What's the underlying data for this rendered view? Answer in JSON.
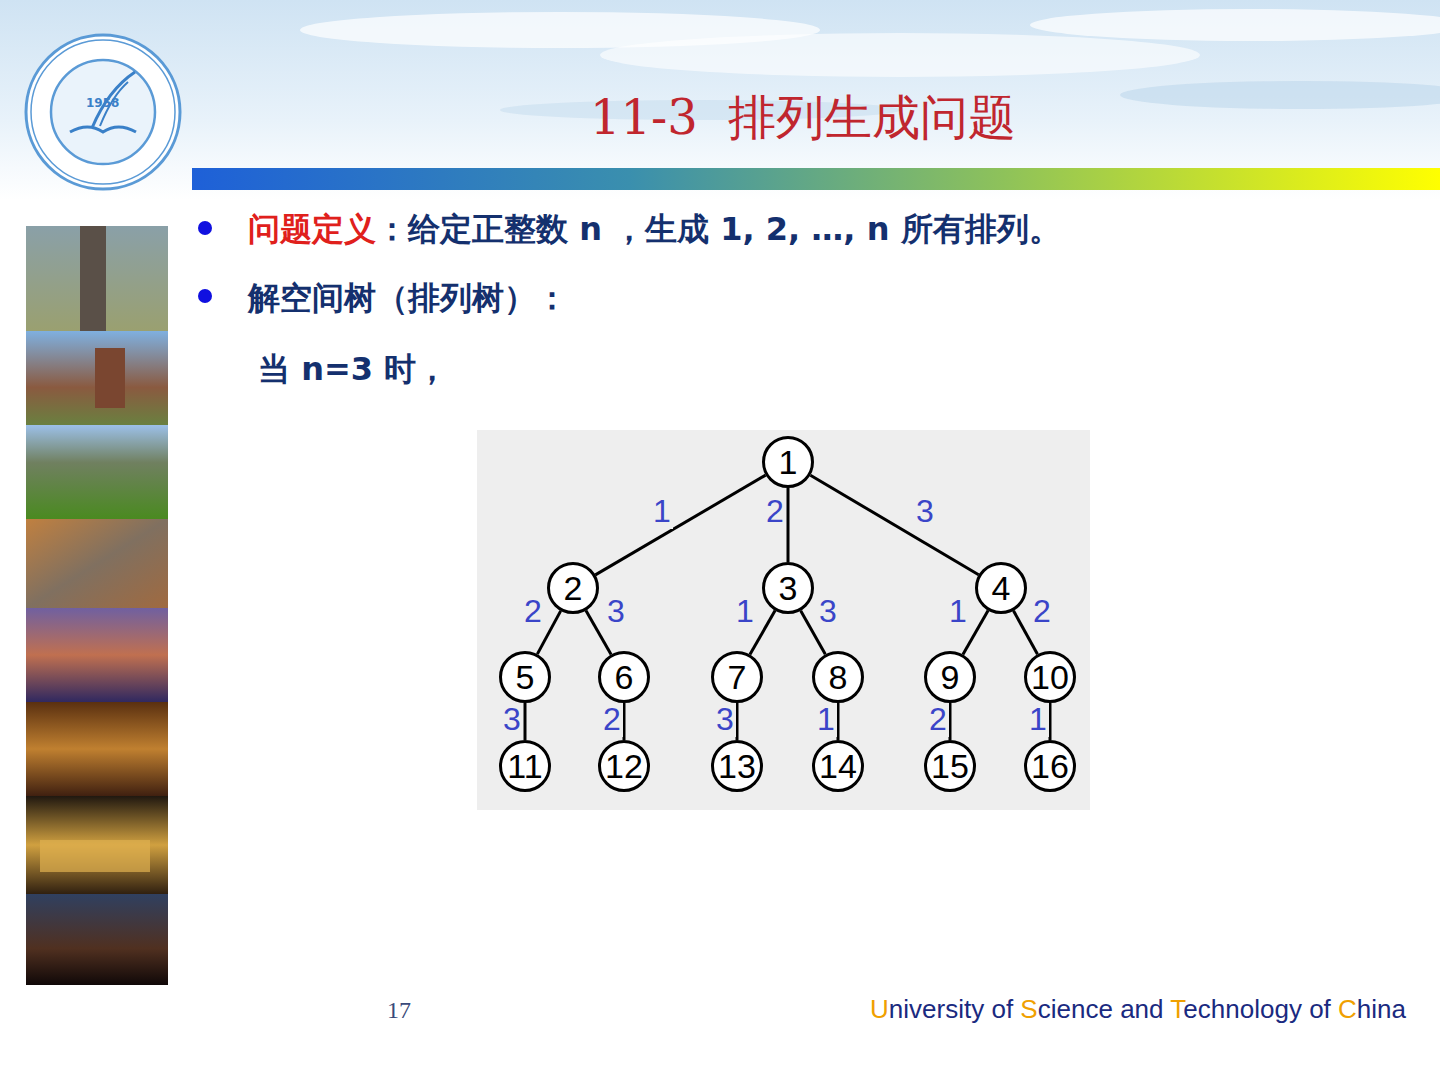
{
  "diagram": {
    "title": "11-3  排列生成问题",
    "nodes": [
      {
        "text": [
          "1"
        ]
      },
      {
        "text": [
          "2"
        ]
      },
      {
        "text": [
          "3"
        ]
      },
      {
        "text": [
          "4"
        ]
      },
      {
        "text": [
          "5"
        ]
      },
      {
        "text": [
          "6"
        ]
      },
      {
        "text": [
          "7"
        ]
      },
      {
        "text": [
          "8"
        ]
      },
      {
        "text": [
          "9"
        ]
      },
      {
        "text": [
          "10"
        ]
      },
      {
        "text": [
          "11"
        ]
      },
      {
        "text": [
          "12"
        ]
      },
      {
        "text": [
          "13"
        ]
      },
      {
        "text": [
          "14"
        ]
      },
      {
        "text": [
          "15"
        ]
      },
      {
        "text": [
          "16"
        ]
      }
    ],
    "edges": [
      {
        "from": 0,
        "to": 1,
        "label": "1",
        "arrow": "none"
      },
      {
        "from": 0,
        "to": 2,
        "label": "2",
        "arrow": "none"
      },
      {
        "from": 0,
        "to": 3,
        "label": "3",
        "arrow": "none"
      },
      {
        "from": 1,
        "to": 4,
        "label": "2",
        "arrow": "none"
      },
      {
        "from": 1,
        "to": 5,
        "label": "3",
        "arrow": "none"
      },
      {
        "from": 2,
        "to": 6,
        "label": "1",
        "arrow": "none"
      },
      {
        "from": 2,
        "to": 7,
        "label": "3",
        "arrow": "none"
      },
      {
        "from": 3,
        "to": 8,
        "label": "1",
        "arrow": "none"
      },
      {
        "from": 3,
        "to": 9,
        "label": "2",
        "arrow": "none"
      },
      {
        "from": 4,
        "to": 10,
        "label": "3",
        "arrow": "none"
      },
      {
        "from": 5,
        "to": 11,
        "label": "2",
        "arrow": "none"
      },
      {
        "from": 6,
        "to": 12,
        "label": "3",
        "arrow": "none"
      },
      {
        "from": 7,
        "to": 13,
        "label": "1",
        "arrow": "none"
      },
      {
        "from": 8,
        "to": 14,
        "label": "2",
        "arrow": "none"
      },
      {
        "from": 9,
        "to": 15,
        "label": "1",
        "arrow": "none"
      }
    ],
    "labels": [
      "问题定义",
      "：给定正整数 n ，生成 1, 2, …, n 所有排列。",
      "解空间树（排列树）：",
      "当 n=3 时，",
      "17",
      "University of Science and Technology of China",
      "1958"
    ]
  }
}
